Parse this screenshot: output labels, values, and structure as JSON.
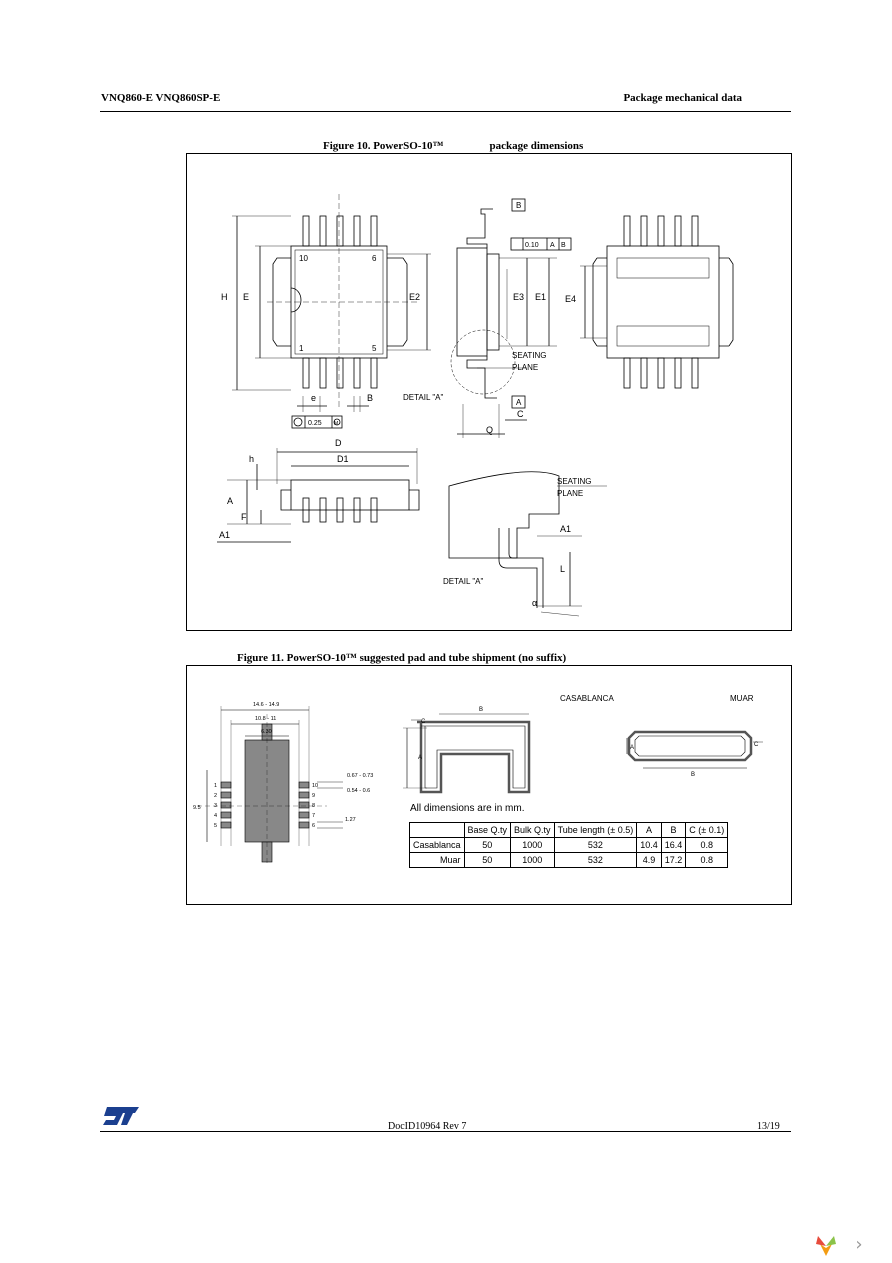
{
  "header": {
    "left": "VNQ860-E VNQ860SP-E",
    "right": "Package mechanical data"
  },
  "figure10": {
    "caption_prefix": "Figure 10. PowerSO-10™",
    "caption_suffix": "package dimensions",
    "labels": {
      "H": "H",
      "E": "E",
      "E2": "E2",
      "E3": "E3",
      "E1": "E1",
      "E4": "E4",
      "B_ref": "B",
      "A_ref": "A",
      "tol_010": "0.10",
      "tol_A": "A",
      "tol_B": "B",
      "pin10": "10",
      "pin6": "6",
      "pin1": "1",
      "pin5": "5",
      "e": "e",
      "B": "B",
      "tol_025": "0.25",
      "M": "M",
      "seating": "SEATING",
      "plane": "PLANE",
      "detailA": "DETAIL \"A\"",
      "Q": "Q",
      "C": "C",
      "D": "D",
      "D1": "D1",
      "h": "h",
      "A": "A",
      "F": "F",
      "A1": "A1",
      "seating2": "SEATING",
      "plane2": "PLANE",
      "A1b": "A1",
      "L": "L",
      "detailA2": "DETAIL \"A\"",
      "alpha": "α"
    }
  },
  "figure11": {
    "caption": "Figure 11. PowerSO-10™ suggested pad and tube shipment (no suffix)",
    "pad_dims": {
      "w1": "14.6 - 14.9",
      "w2": "10.8 - 11",
      "w3": "6.30",
      "pitch": "0.67 - 0.73",
      "pad_h": "0.54 - 0.6",
      "pitch2": "1.27",
      "span": "9.5"
    },
    "pins_left": [
      "1",
      "2",
      "3",
      "4",
      "5"
    ],
    "pins_right": [
      "10",
      "9",
      "8",
      "7",
      "6"
    ],
    "casablanca_title": "CASABLANCA",
    "muar_title": "MUAR",
    "tube_labels": {
      "B": "B",
      "C": "C",
      "A": "A"
    },
    "note": "All dimensions are in mm.",
    "table": {
      "headers": [
        "",
        "Base Q.ty",
        "Bulk Q.ty",
        "Tube length (± 0.5)",
        "A",
        "B",
        "C (± 0.1)"
      ],
      "rows": [
        [
          "Casablanca",
          "50",
          "1000",
          "532",
          "10.4",
          "16.4",
          "0.8"
        ],
        [
          "Muar",
          "50",
          "1000",
          "532",
          "4.9",
          "17.2",
          "0.8"
        ]
      ]
    }
  },
  "footer": {
    "doc": "DocID10964 Rev 7",
    "page": "13/19"
  }
}
